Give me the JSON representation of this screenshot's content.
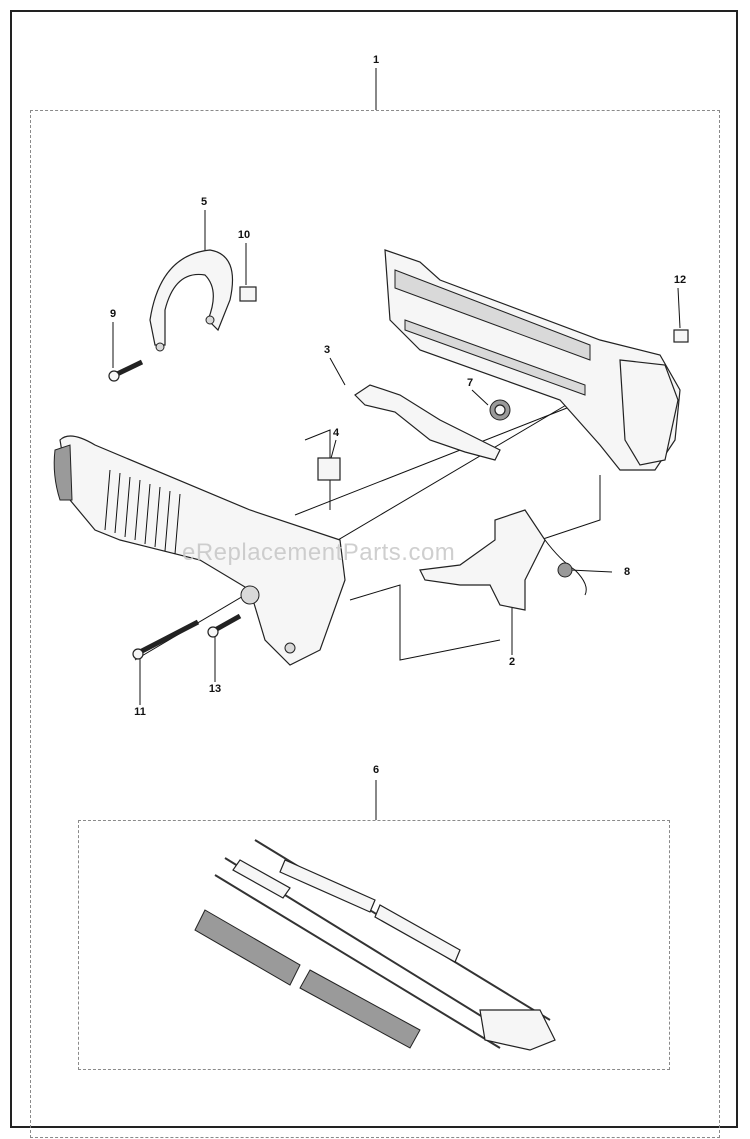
{
  "diagram": {
    "callouts": [
      {
        "id": "1",
        "label": "1"
      },
      {
        "id": "2",
        "label": "2"
      },
      {
        "id": "3",
        "label": "3"
      },
      {
        "id": "4",
        "label": "4"
      },
      {
        "id": "5",
        "label": "5"
      },
      {
        "id": "6",
        "label": "6"
      },
      {
        "id": "7",
        "label": "7"
      },
      {
        "id": "8",
        "label": "8"
      },
      {
        "id": "9",
        "label": "9"
      },
      {
        "id": "10",
        "label": "10"
      },
      {
        "id": "11",
        "label": "11"
      },
      {
        "id": "12",
        "label": "12"
      },
      {
        "id": "13",
        "label": "13"
      }
    ],
    "watermark": "eReplacementParts.com"
  }
}
